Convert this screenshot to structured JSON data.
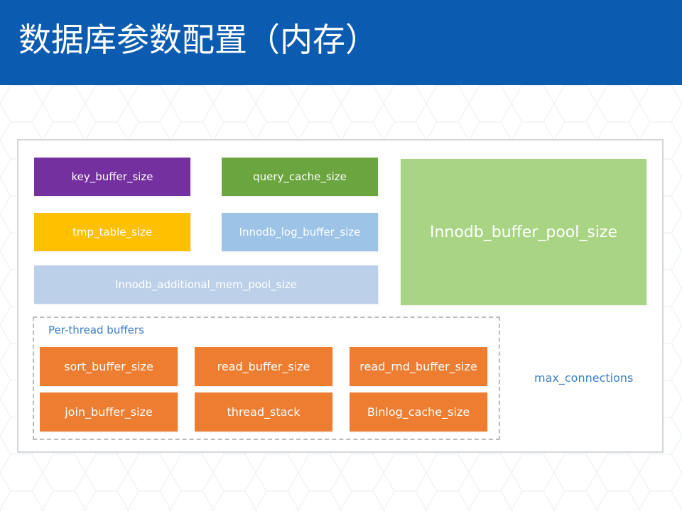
{
  "header": {
    "title": "数据库参数配置（内存）",
    "background_color": "#0b5cb0"
  },
  "diagram": {
    "global_buffers": [
      {
        "label": "key_buffer_size",
        "color": "#7530a0"
      },
      {
        "label": "query_cache_size",
        "color": "#6aa53f"
      },
      {
        "label": "tmp_table_size",
        "color": "#ffc000"
      },
      {
        "label": "Innodb_log_buffer_size",
        "color": "#9dc3e6"
      },
      {
        "label": "Innodb_additional_mem_pool_size",
        "color": "#bdd0e9"
      },
      {
        "label": "Innodb_buffer_pool_size",
        "color": "#a9d483"
      }
    ],
    "per_thread": {
      "title": "Per-thread buffers",
      "items": [
        {
          "label": "sort_buffer_size"
        },
        {
          "label": "read_buffer_size"
        },
        {
          "label": "read_rnd_buffer_size"
        },
        {
          "label": "join_buffer_size"
        },
        {
          "label": "thread_stack"
        },
        {
          "label": "Binlog_cache_size"
        }
      ],
      "color": "#ed7d31"
    },
    "max_connections_label": "max_connections"
  }
}
